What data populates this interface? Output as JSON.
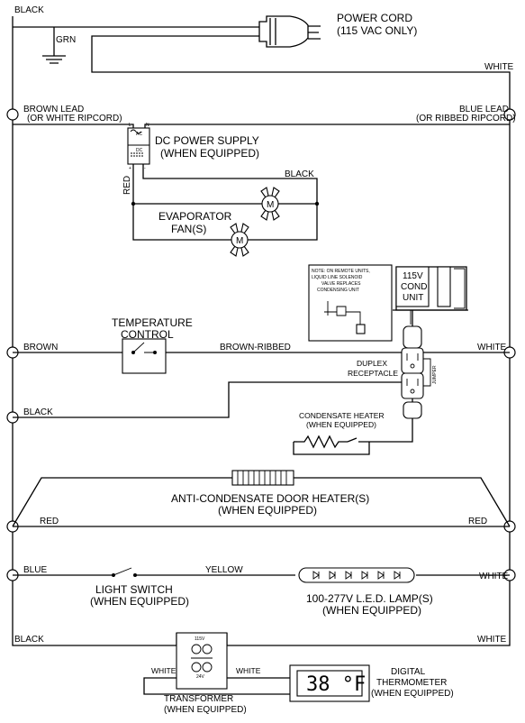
{
  "labels": {
    "black_top": "BLACK",
    "grn": "GRN",
    "power_cord_1": "POWER CORD",
    "power_cord_2": "(115 VAC ONLY)",
    "white_top": "WHITE",
    "brown_lead_1": "BROWN LEAD",
    "brown_lead_2": "(OR WHITE RIPCORD)",
    "blue_lead_1": "BLUE LEAD",
    "blue_lead_2": "(OR RIBBED RIPCORD)",
    "l": "L",
    "n": "N",
    "ac": "AC",
    "dc": "DC",
    "plus": "+",
    "minus": "-",
    "dc_supply_1": "DC POWER SUPPLY",
    "dc_supply_2": "(WHEN EQUIPPED)",
    "black_fan": "BLACK",
    "red_fan": "RED",
    "motor_m": "M",
    "evap_1": "EVAPORATOR",
    "evap_2": "FAN(S)",
    "note_1": "NOTE: ON REMOTE UNITS,",
    "note_2": "LIQUID LINE SOLENOID",
    "note_3": "VALVE REPLACES",
    "note_4": "CONDENSING UNIT",
    "cond_1": "115V",
    "cond_2": "COND",
    "cond_3": "UNIT",
    "temp_1": "TEMPERATURE",
    "temp_2": "CONTROL",
    "brown_left": "BROWN",
    "brown_ribbed": "BROWN-RIBBED",
    "white_mid": "WHITE",
    "duplex_1": "DUPLEX",
    "duplex_2": "RECEPTACLE",
    "jumper": "JUMPER",
    "black_left": "BLACK",
    "cond_heater_1": "CONDENSATE HEATER",
    "cond_heater_2": "(WHEN EQUIPPED)",
    "anti_1": "ANTI-CONDENSATE DOOR HEATER(S)",
    "anti_2": "(WHEN EQUIPPED)",
    "red_left": "RED",
    "red_right": "RED",
    "blue_left": "BLUE",
    "yellow": "YELLOW",
    "white_led": "WHITE",
    "light_1": "LIGHT SWITCH",
    "light_2": "(WHEN EQUIPPED)",
    "led_1": "100-277V L.E.D. LAMP(S)",
    "led_2": "(WHEN EQUIPPED)",
    "black_bottom": "BLACK",
    "white_bottom": "WHITE",
    "v115": "115V",
    "v24": "24V",
    "white_tr_left": "WHITE",
    "white_tr_right": "WHITE",
    "display": "38 °F",
    "trans_1": "TRANSFORMER",
    "trans_2": "(WHEN EQUIPPED)",
    "therm_1": "DIGITAL",
    "therm_2": "THERMOMETER",
    "therm_3": "(WHEN EQUIPPED)"
  }
}
